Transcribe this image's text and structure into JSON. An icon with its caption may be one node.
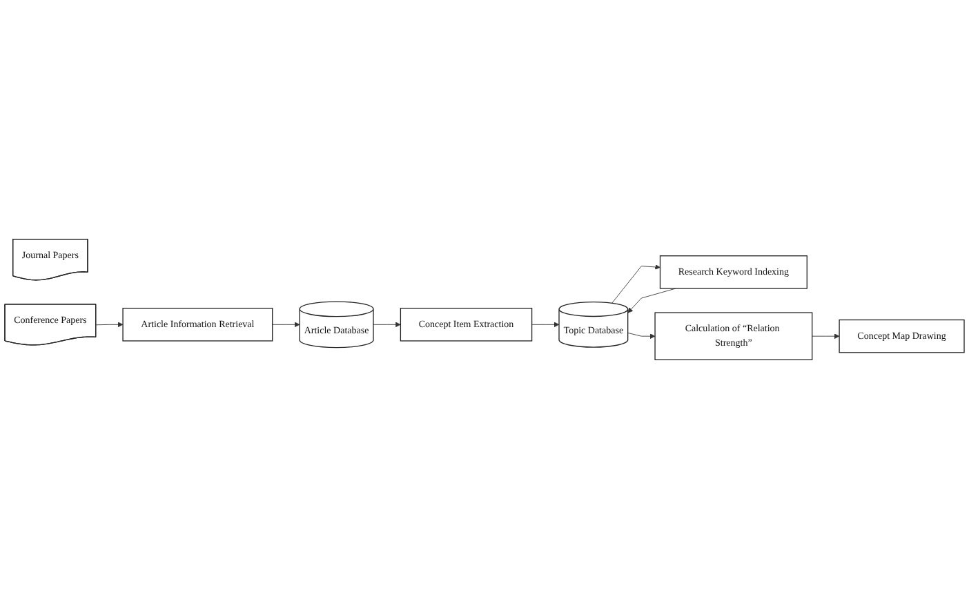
{
  "diagram": {
    "nodes": [
      {
        "text": [
          "Journal Papers"
        ]
      },
      {
        "text": [
          "Conference Papers"
        ]
      },
      {
        "text": [
          "Article Information Retrieval"
        ]
      },
      {
        "text": [
          "Article Database"
        ]
      },
      {
        "text": [
          "Concept Item Extraction"
        ]
      },
      {
        "text": [
          "Topic Database"
        ]
      },
      {
        "text": [
          "Research Keyword Indexing"
        ]
      },
      {
        "text": [
          "Calculation of “Relation Strength”"
        ]
      },
      {
        "text": [
          "Concept Map Drawing"
        ]
      }
    ],
    "edges": [
      {
        "from": 1,
        "to": 2,
        "arrow": "to"
      },
      {
        "from": 2,
        "to": 3,
        "arrow": "to"
      },
      {
        "from": 3,
        "to": 4,
        "arrow": "to"
      },
      {
        "from": 4,
        "to": 5,
        "arrow": "to"
      },
      {
        "from": 5,
        "to": 6,
        "arrow": "to"
      },
      {
        "from": 6,
        "to": 5,
        "arrow": "to"
      },
      {
        "from": 5,
        "to": 7,
        "arrow": "to"
      },
      {
        "from": 7,
        "to": 8,
        "arrow": "to"
      }
    ]
  }
}
